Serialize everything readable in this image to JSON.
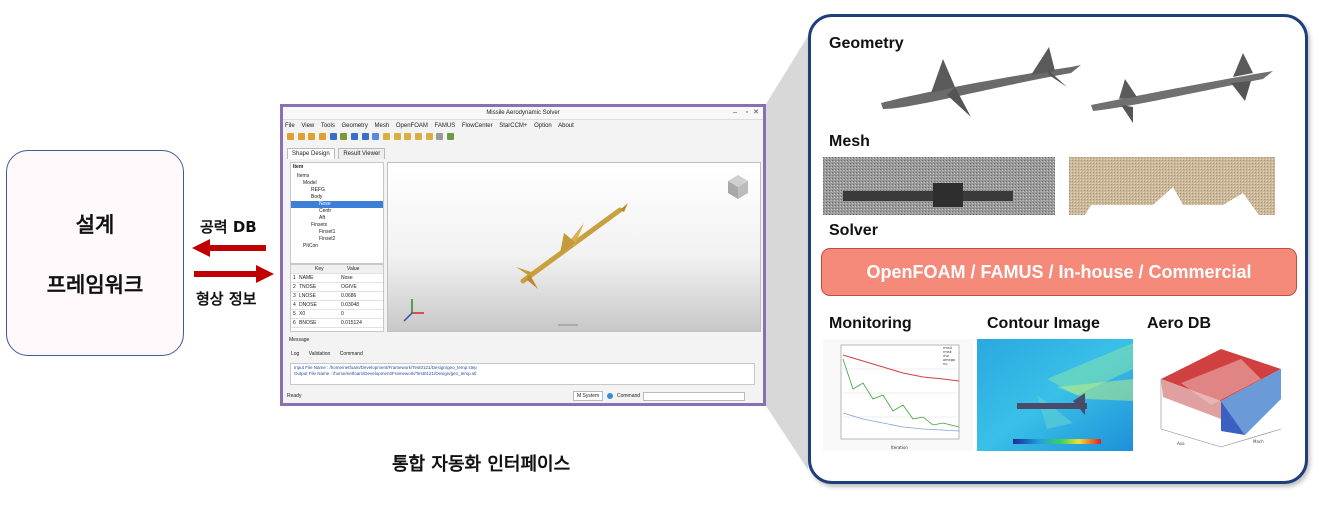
{
  "design_box": {
    "line1": "설계",
    "line2": "프레임워크"
  },
  "arrows": {
    "top_label": "공력 DB",
    "bottom_label": "형상 정보",
    "color": "#c00000"
  },
  "app": {
    "title": "Missile Aerodynamic Solver",
    "menu": [
      "File",
      "View",
      "Tools",
      "Geometry",
      "Mesh",
      "OpenFOAM",
      "FAMUS",
      "FlowCenter",
      "StarCCM+",
      "Option",
      "About"
    ],
    "tabs": [
      "Shape Design",
      "Result Viewer"
    ],
    "tree_header": "Item",
    "tree": [
      {
        "label": "Items",
        "depth": 0
      },
      {
        "label": "Model",
        "depth": 1
      },
      {
        "label": "REFG",
        "depth": 2
      },
      {
        "label": "Body",
        "depth": 2
      },
      {
        "label": "Nose",
        "depth": 3,
        "selected": true
      },
      {
        "label": "Centr",
        "depth": 3
      },
      {
        "label": "Aft",
        "depth": 3
      },
      {
        "label": "Finsets",
        "depth": 2
      },
      {
        "label": "Finset1",
        "depth": 3
      },
      {
        "label": "Finset2",
        "depth": 3
      },
      {
        "label": "PitCon",
        "depth": 1
      }
    ],
    "grid_headers": [
      "Key",
      "Value"
    ],
    "grid_rows": [
      {
        "n": "1",
        "key": "NAME",
        "value": "Nose"
      },
      {
        "n": "2",
        "key": "TNOSE",
        "value": "OGIVE"
      },
      {
        "n": "3",
        "key": "LNOSE",
        "value": "0.0686"
      },
      {
        "n": "4",
        "key": "DNOSE",
        "value": "0.03048"
      },
      {
        "n": "5",
        "key": "X0",
        "value": "0"
      },
      {
        "n": "6",
        "key": "BNOSE",
        "value": "0.015124"
      }
    ],
    "message_title": "Message",
    "message_tabs": [
      "Log",
      "Validation",
      "Command"
    ],
    "log_lines": [
      "Input File Name : /home/netfoam/Development/Framework/Test0121/Design/geo_temp.step",
      "Output File Name : /home/netfoam/Development/Framework/Test0121/Design/geo_temp.stl"
    ],
    "status": "Ready",
    "system_select": "M System",
    "command_label": "Command"
  },
  "app_caption": "통합 자동화 인터페이스",
  "right_panel": {
    "geometry_title": "Geometry",
    "mesh_title": "Mesh",
    "solver_title": "Solver",
    "solver_bar": "OpenFOAM / FAMUS / In-house / Commercial",
    "monitoring_title": "Monitoring",
    "contour_title": "Contour Image",
    "aerodb_title": "Aero DB",
    "monitoring_legend": [
      "rmsU",
      "rmsk",
      "rho",
      "omega",
      "nu"
    ],
    "monitoring_xlabel": "Iteration",
    "aerodb_axes": [
      "Aoa",
      "Mach"
    ],
    "border_color": "#1f3f7a",
    "solver_color": "#f58a7a"
  }
}
